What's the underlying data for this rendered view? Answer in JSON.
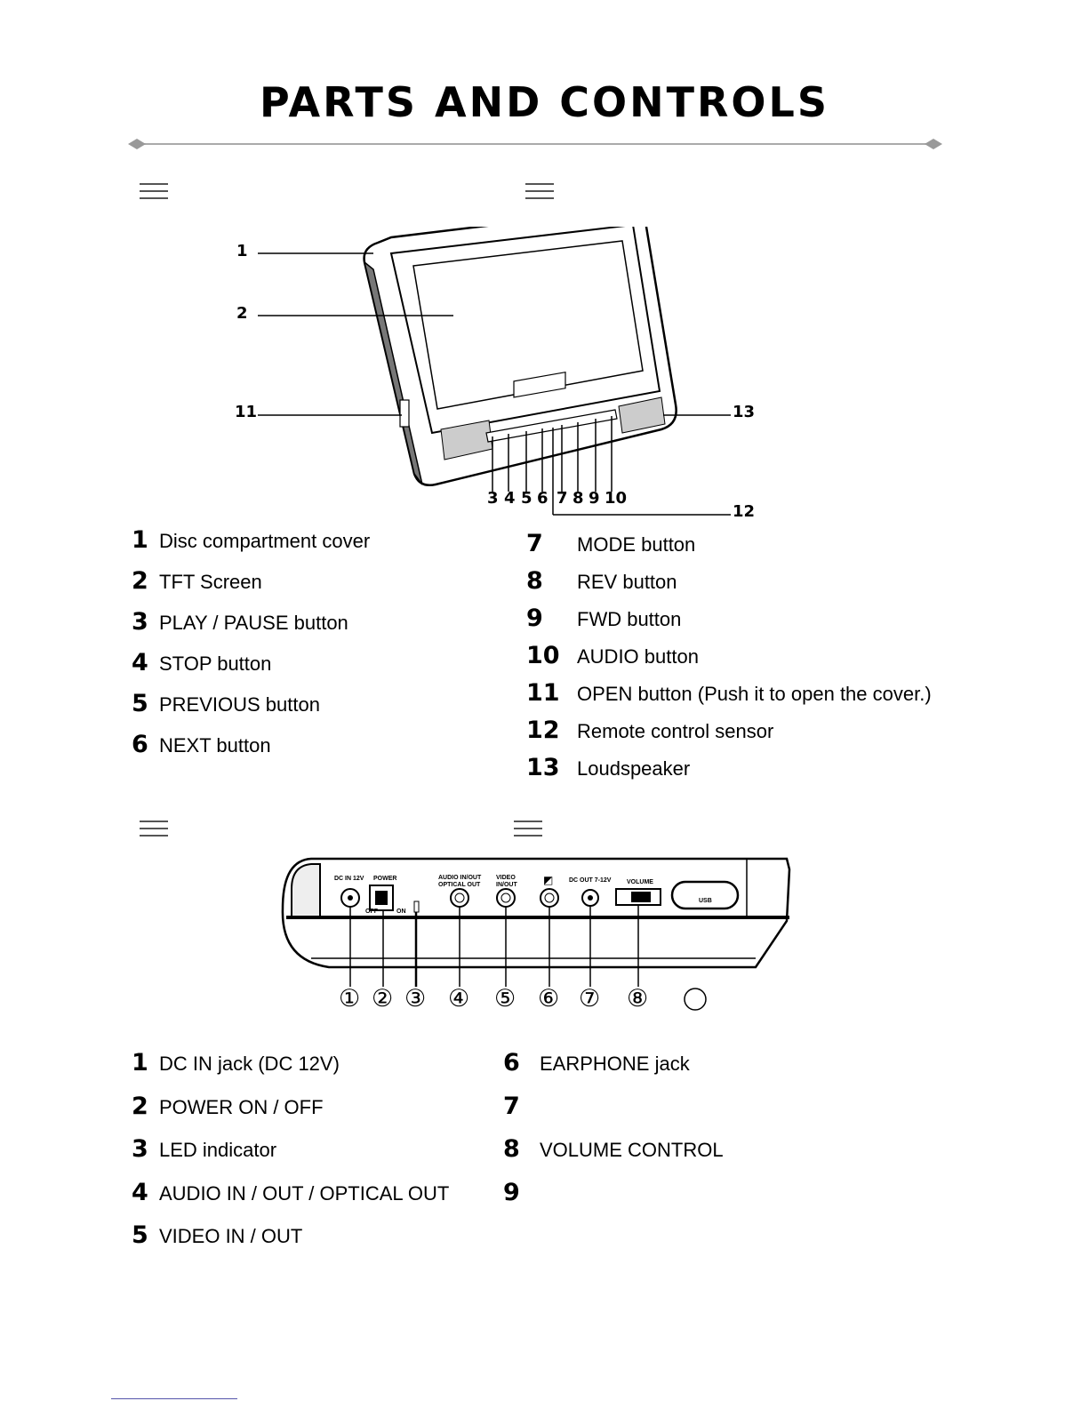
{
  "title": "PARTS AND CONTROLS",
  "front_view": {
    "callouts": [
      "1",
      "2",
      "11",
      "13",
      "3",
      "4",
      "5",
      "6",
      "7",
      "8",
      "9",
      "10",
      "12"
    ],
    "items_left": [
      {
        "num": "1",
        "label": "Disc compartment cover"
      },
      {
        "num": "2",
        "label": "TFT Screen"
      },
      {
        "num": "3",
        "label": "PLAY / PAUSE button"
      },
      {
        "num": "4",
        "label": "STOP button"
      },
      {
        "num": "5",
        "label": "PREVIOUS button"
      },
      {
        "num": "6",
        "label": "NEXT button"
      }
    ],
    "items_right": [
      {
        "num": "7",
        "label": "MODE button"
      },
      {
        "num": "8",
        "label": "REV button"
      },
      {
        "num": "9",
        "label": "FWD button"
      },
      {
        "num": "10",
        "label": "AUDIO button"
      },
      {
        "num": "11",
        "label": "OPEN button (Push it to open the cover.)"
      },
      {
        "num": "12",
        "label": "Remote control sensor"
      },
      {
        "num": "13",
        "label": "Loudspeaker"
      }
    ]
  },
  "side_view": {
    "panel_labels": {
      "dc_in": "DC IN 12V",
      "power": "POWER",
      "off": "OFF",
      "on": "ON",
      "audio": "AUDIO IN/OUT",
      "optical": "OPTICAL OUT",
      "video": "VIDEO",
      "video2": "IN/OUT",
      "dc_out": "DC OUT 7-12V",
      "volume": "VOLUME",
      "usb": "USB"
    },
    "circle_callouts": [
      "①",
      "②",
      "③",
      "④",
      "⑤",
      "⑥",
      "⑦",
      "⑧"
    ],
    "items_left": [
      {
        "num": "1",
        "label": "DC IN jack (DC 12V)"
      },
      {
        "num": "2",
        "label": "POWER ON / OFF"
      },
      {
        "num": "3",
        "label": "LED indicator"
      },
      {
        "num": "4",
        "label": "AUDIO IN / OUT / OPTICAL OUT"
      },
      {
        "num": "5",
        "label": "VIDEO IN / OUT"
      }
    ],
    "items_right": [
      {
        "num": "6",
        "label": "EARPHONE jack"
      },
      {
        "num": "7",
        "label": ""
      },
      {
        "num": "8",
        "label": "VOLUME CONTROL"
      },
      {
        "num": "9",
        "label": ""
      }
    ]
  }
}
